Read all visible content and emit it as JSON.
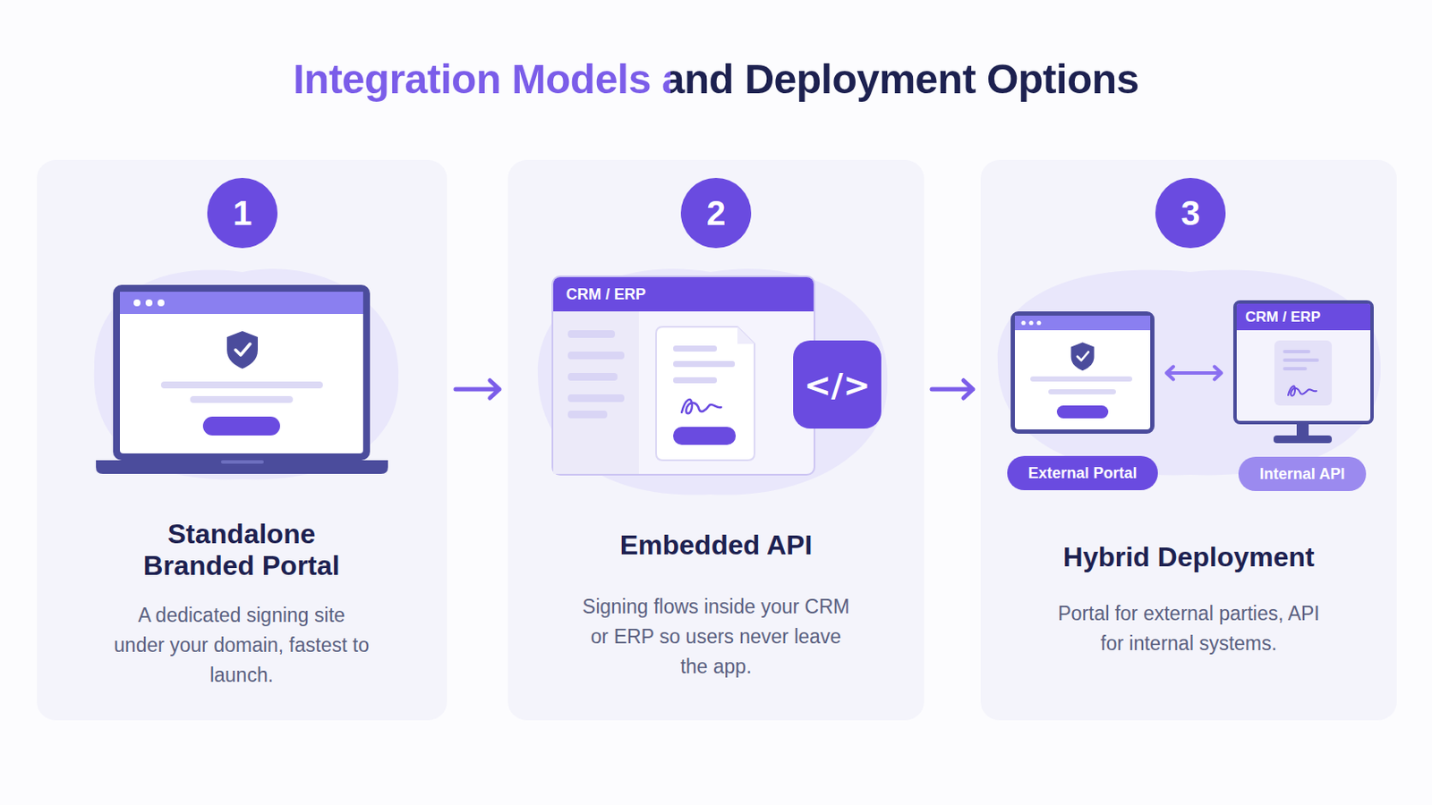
{
  "diagram": {
    "title": "Integration Models and Deployment Options",
    "nodes": [
      {
        "text": [
          "Standalone Branded Portal",
          "A dedicated signing site under your domain, fastest to launch."
        ]
      },
      {
        "text": [
          "1"
        ],
        "in": 0
      },
      {
        "text": [
          "Embedded API",
          "Signing flows inside your CRM or ERP so users never leave the app."
        ]
      },
      {
        "text": [
          "2"
        ],
        "in": 2
      },
      {
        "text": [
          "CRM / ERP"
        ],
        "in": 2
      },
      {
        "text": [
          "Hybrid Deployment",
          "Portal for external parties, API for internal systems."
        ]
      },
      {
        "text": [
          "3"
        ],
        "in": 5
      },
      {
        "text": [
          "External Portal"
        ],
        "in": 5
      },
      {
        "text": [
          "CRM / ERP",
          "Internal API"
        ],
        "in": 5
      }
    ],
    "edges": [
      {
        "from": 0,
        "to": 2,
        "arrow": "to"
      },
      {
        "from": 2,
        "to": 5,
        "arrow": "to"
      },
      {
        "from": 7,
        "to": 8,
        "arrow": "both"
      }
    ],
    "labels": [
      "</>"
    ]
  }
}
